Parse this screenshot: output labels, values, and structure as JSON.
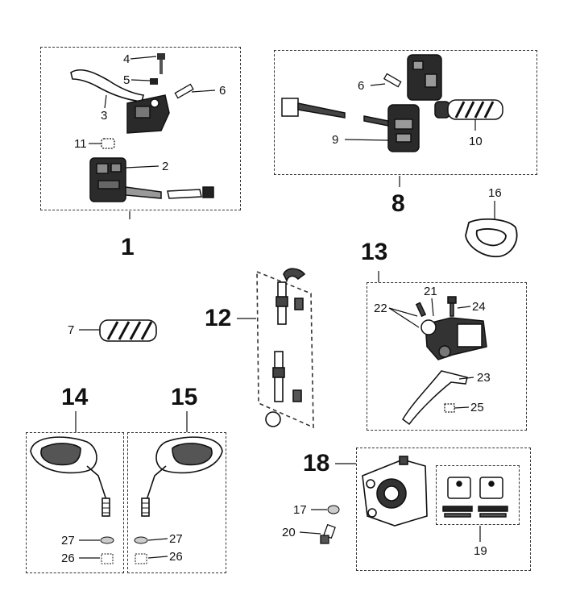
{
  "groups": {
    "g1": "1",
    "g8": "8",
    "g12": "12",
    "g13": "13",
    "g14": "14",
    "g15": "15",
    "g18": "18"
  },
  "parts": {
    "p2": "2",
    "p3": "3",
    "p4": "4",
    "p5": "5",
    "p6a": "6",
    "p6b": "6",
    "p7": "7",
    "p9": "9",
    "p10": "10",
    "p11": "11",
    "p16": "16",
    "p17": "17",
    "p19": "19",
    "p20": "20",
    "p21": "21",
    "p22": "22",
    "p23": "23",
    "p24": "24",
    "p25": "25",
    "p26a": "26",
    "p26b": "26",
    "p27a": "27",
    "p27b": "27"
  },
  "colors": {
    "line": "#333333",
    "text": "#111111"
  }
}
